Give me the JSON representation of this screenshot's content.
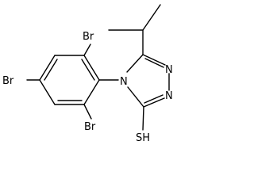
{
  "molecule": {
    "atoms": {
      "br_top": "Br",
      "br_left": "Br",
      "br_bottom": "Br",
      "n_ring_top": "N",
      "n_ring_mid": "N",
      "n_ring_left": "N",
      "thiol": "SH"
    }
  },
  "colors": {
    "bond": "#000000",
    "label": "#000000",
    "background": "#ffffff"
  }
}
